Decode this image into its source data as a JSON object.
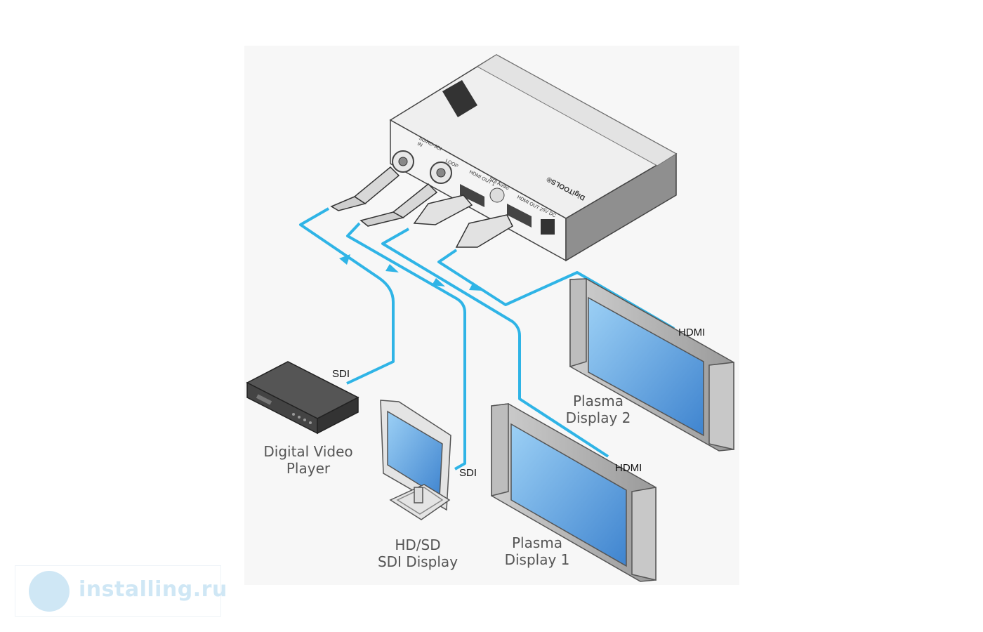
{
  "device": {
    "panel_labels": {
      "sdi_header": "SD/HD-SDI",
      "in": "IN",
      "loop": "LOOP",
      "hdmi_out1": "HDMI OUT 1",
      "sdi_audio": "SDI Audio",
      "hdmi_out2": "HDMI OUT 2",
      "power": "5V DC",
      "brand": "DigiTOOLS®"
    }
  },
  "labels": {
    "digital_video_player": [
      "Digital Video",
      "Player"
    ],
    "hd_sd_display": [
      "HD/SD",
      "SDI Display"
    ],
    "plasma_1": [
      "Plasma",
      "Display 1"
    ],
    "plasma_2": [
      "Plasma",
      "Display 2"
    ]
  },
  "cables": {
    "sdi_in": "SDI",
    "sdi_loop": "SDI",
    "hdmi_1": "HDMI",
    "hdmi_2": "HDMI"
  },
  "watermark": {
    "text": "installing.ru"
  },
  "colors": {
    "cable": "#2fb4e6",
    "screen": "#4f95d9",
    "device_light": "#f2f2f2",
    "device_dark": "#9a9a9a"
  }
}
